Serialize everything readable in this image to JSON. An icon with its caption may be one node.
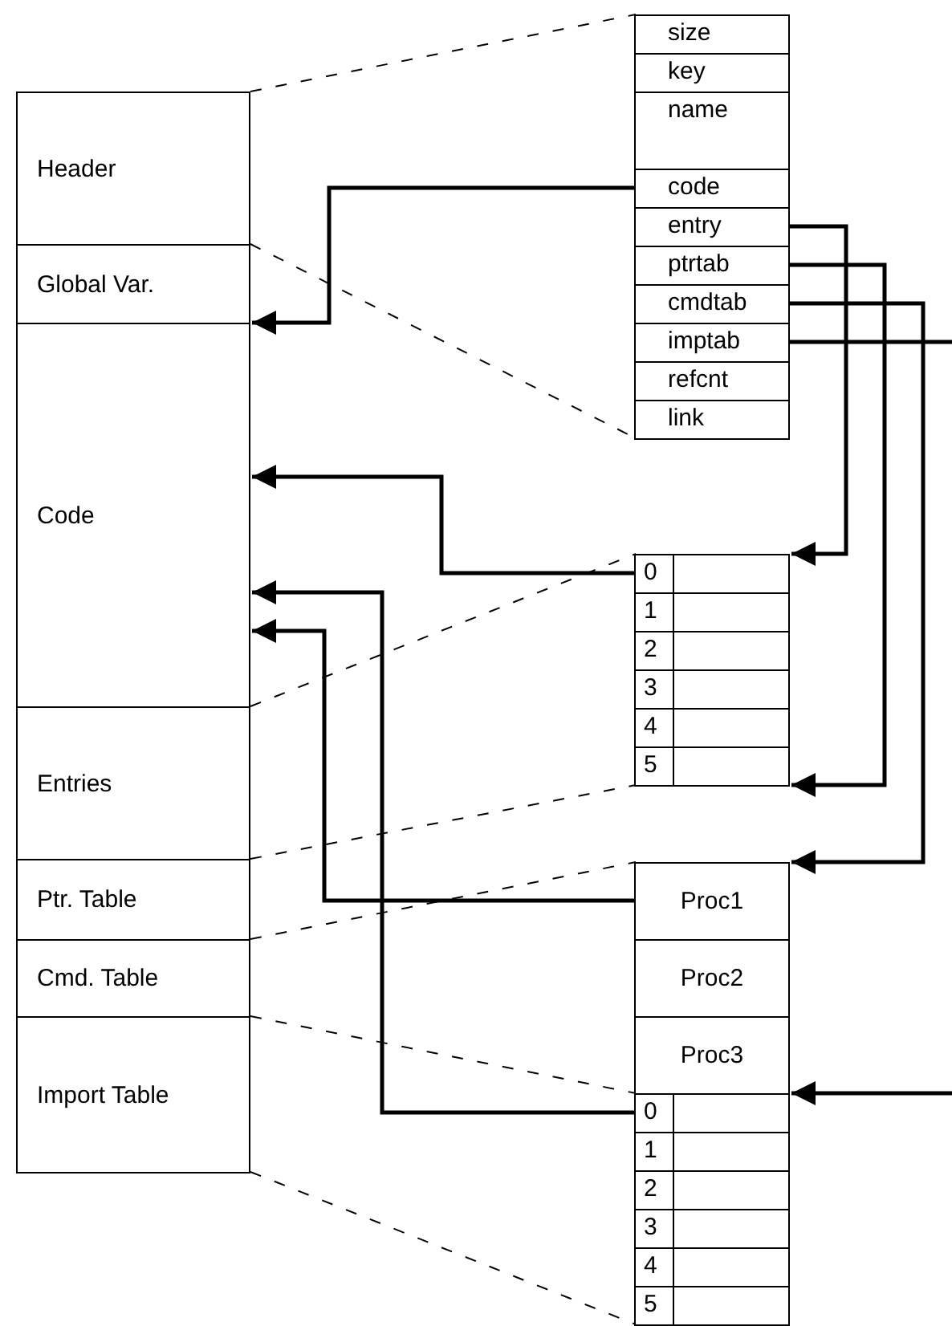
{
  "diagram": {
    "nodes": [
      {
        "text": [
          "Header"
        ]
      },
      {
        "text": [
          "Global Var."
        ]
      },
      {
        "text": [
          "Code"
        ]
      },
      {
        "text": [
          "Entries"
        ]
      },
      {
        "text": [
          "Ptr. Table"
        ]
      },
      {
        "text": [
          "Cmd. Table"
        ]
      },
      {
        "text": [
          "Import Table"
        ]
      },
      {
        "text": [],
        "shape": "box"
      },
      {
        "text": [
          "size"
        ],
        "in": 7
      },
      {
        "text": [
          "key"
        ],
        "in": 7
      },
      {
        "text": [
          "name"
        ],
        "in": 7
      },
      {
        "text": [
          "code"
        ],
        "in": 7
      },
      {
        "text": [
          "entry"
        ],
        "in": 7
      },
      {
        "text": [
          "ptrtab"
        ],
        "in": 7
      },
      {
        "text": [
          "cmdtab"
        ],
        "in": 7
      },
      {
        "text": [
          "imptab"
        ],
        "in": 7
      },
      {
        "text": [
          "refcnt"
        ],
        "in": 7
      },
      {
        "text": [
          "link"
        ],
        "in": 7
      },
      {
        "text": [],
        "shape": "box"
      },
      {
        "text": [
          "0"
        ],
        "in": 18
      },
      {
        "text": [
          "1"
        ],
        "in": 18
      },
      {
        "text": [
          "2"
        ],
        "in": 18
      },
      {
        "text": [
          "3"
        ],
        "in": 18
      },
      {
        "text": [
          "4"
        ],
        "in": 18
      },
      {
        "text": [
          "5"
        ],
        "in": 18
      },
      {
        "text": [
          "Proc1"
        ]
      },
      {
        "text": [
          "Proc2"
        ]
      },
      {
        "text": [
          "Proc3"
        ]
      },
      {
        "text": [],
        "shape": "box"
      },
      {
        "text": [
          "0"
        ],
        "in": 28
      },
      {
        "text": [
          "1"
        ],
        "in": 28
      },
      {
        "text": [
          "2"
        ],
        "in": 28
      },
      {
        "text": [
          "3"
        ],
        "in": 28
      },
      {
        "text": [
          "4"
        ],
        "in": 28
      },
      {
        "text": [
          "5"
        ],
        "in": 28
      }
    ],
    "edges": [
      {
        "from": 11,
        "to": 2,
        "arrow": "to"
      },
      {
        "from": 12,
        "to": 18,
        "arrow": "to"
      },
      {
        "from": 13,
        "to": 24,
        "arrow": "to"
      },
      {
        "from": 14,
        "to": 25,
        "arrow": "to"
      },
      {
        "from": 15,
        "to": null,
        "arrow": "none"
      },
      {
        "from": null,
        "to": 28,
        "arrow": "to"
      },
      {
        "from": 19,
        "to": 2,
        "arrow": "to"
      },
      {
        "from": 25,
        "to": 2,
        "arrow": "to"
      },
      {
        "from": 29,
        "to": 2,
        "arrow": "to"
      },
      {
        "from": 0,
        "to": 7,
        "arrow": "none",
        "style": "dashed"
      },
      {
        "from": 0,
        "to": 7,
        "arrow": "none",
        "style": "dashed"
      },
      {
        "from": 3,
        "to": 18,
        "arrow": "none",
        "style": "dashed"
      },
      {
        "from": 3,
        "to": 18,
        "arrow": "none",
        "style": "dashed"
      },
      {
        "from": 5,
        "to": 25,
        "arrow": "none",
        "style": "dashed"
      },
      {
        "from": 5,
        "to": 27,
        "arrow": "none",
        "style": "dashed"
      },
      {
        "from": 6,
        "to": 28,
        "arrow": "none",
        "style": "dashed"
      }
    ]
  }
}
